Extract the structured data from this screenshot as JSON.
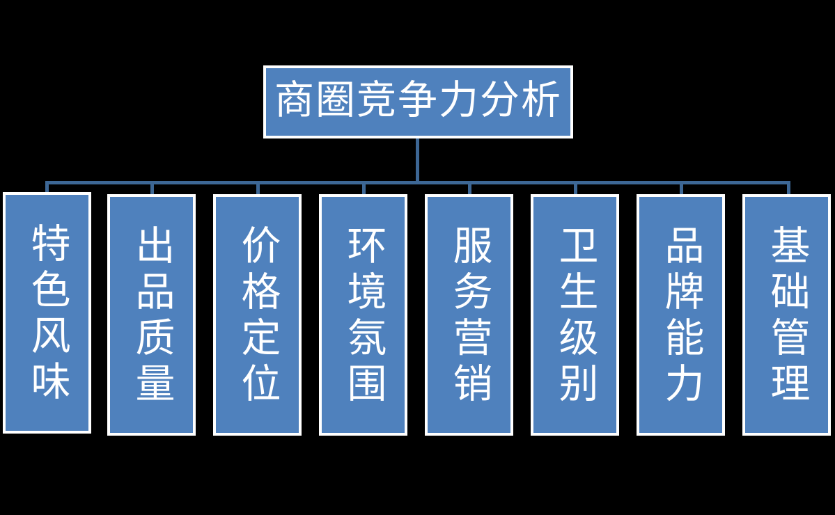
{
  "diagram": {
    "type": "org-chart",
    "orientation": "top-down",
    "background_color": "#000000",
    "node_fill_color": "#4F81BD",
    "node_border_color": "#FFFFFF",
    "connector_color": "#3D6795",
    "text_color": "#FFFFFF",
    "root": {
      "label": "商圈竞争力分析",
      "text_direction": "horizontal"
    },
    "children": [
      {
        "id": "node-1",
        "label": "特色风味",
        "text_direction": "vertical"
      },
      {
        "id": "node-2",
        "label": "出品质量",
        "text_direction": "vertical"
      },
      {
        "id": "node-3",
        "label": "价格定位",
        "text_direction": "vertical"
      },
      {
        "id": "node-4",
        "label": "环境氛围",
        "text_direction": "vertical"
      },
      {
        "id": "node-5",
        "label": "服务营销",
        "text_direction": "vertical"
      },
      {
        "id": "node-6",
        "label": "卫生级别",
        "text_direction": "vertical"
      },
      {
        "id": "node-7",
        "label": "品牌能力",
        "text_direction": "vertical"
      },
      {
        "id": "node-8",
        "label": "基础管理",
        "text_direction": "vertical"
      }
    ]
  }
}
